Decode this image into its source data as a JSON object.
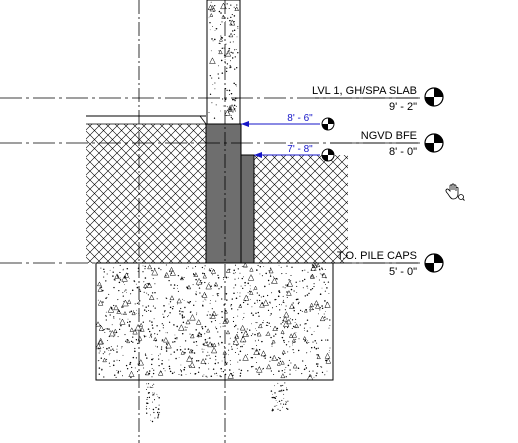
{
  "levels": [
    {
      "name": "LVL 1, GH/SPA SLAB",
      "elevation": "9' - 2\""
    },
    {
      "name": "NGVD BFE",
      "elevation": "8' - 0\""
    },
    {
      "name": "T.O. PILE CAPS",
      "elevation": "5' - 0\""
    }
  ],
  "dimensions": [
    {
      "value": "8' - 6\""
    },
    {
      "value": "7' - 8\""
    }
  ],
  "cursor_icon": "pan-hand-zoom-icon",
  "colors": {
    "line": "#000000",
    "dimension": "#1515c8",
    "wall_fill": "#6e6e6e",
    "background": "#ffffff"
  }
}
